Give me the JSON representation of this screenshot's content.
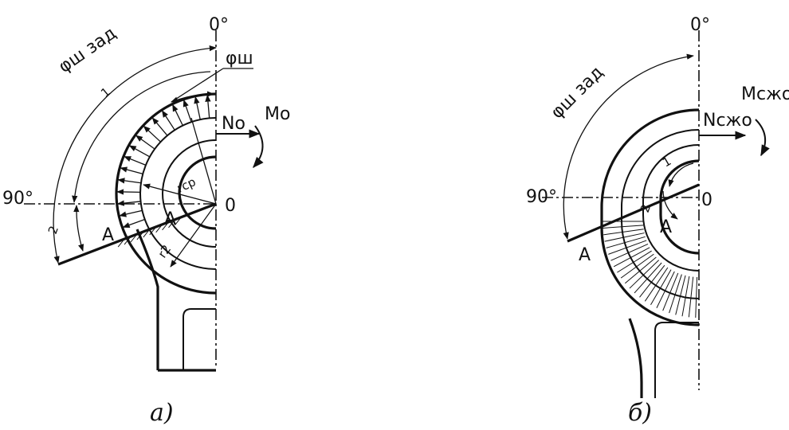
{
  "figure_a": {
    "label_0deg": "0°",
    "label_90deg": "90°",
    "label_phi_sh_zad": "φш зад",
    "label_phi_sh": "φш",
    "label_N": "No",
    "label_M": "Mo",
    "label_O": "0",
    "label_r_cp": "rср",
    "label_r_2": "r2",
    "label_1": "1",
    "label_2": "2",
    "label_A_outer": "A",
    "label_A_inner": "A",
    "caption": "а)"
  },
  "figure_b": {
    "label_0deg": "0°",
    "label_90deg": "90°",
    "label_phi_sh_zad": "φш зад",
    "label_N": "Nсжо",
    "label_M": "Mсжо",
    "label_O": "0",
    "label_1": "1",
    "label_2": "2",
    "label_A_outer": "A",
    "label_A_inner": "A",
    "caption": "б)"
  }
}
